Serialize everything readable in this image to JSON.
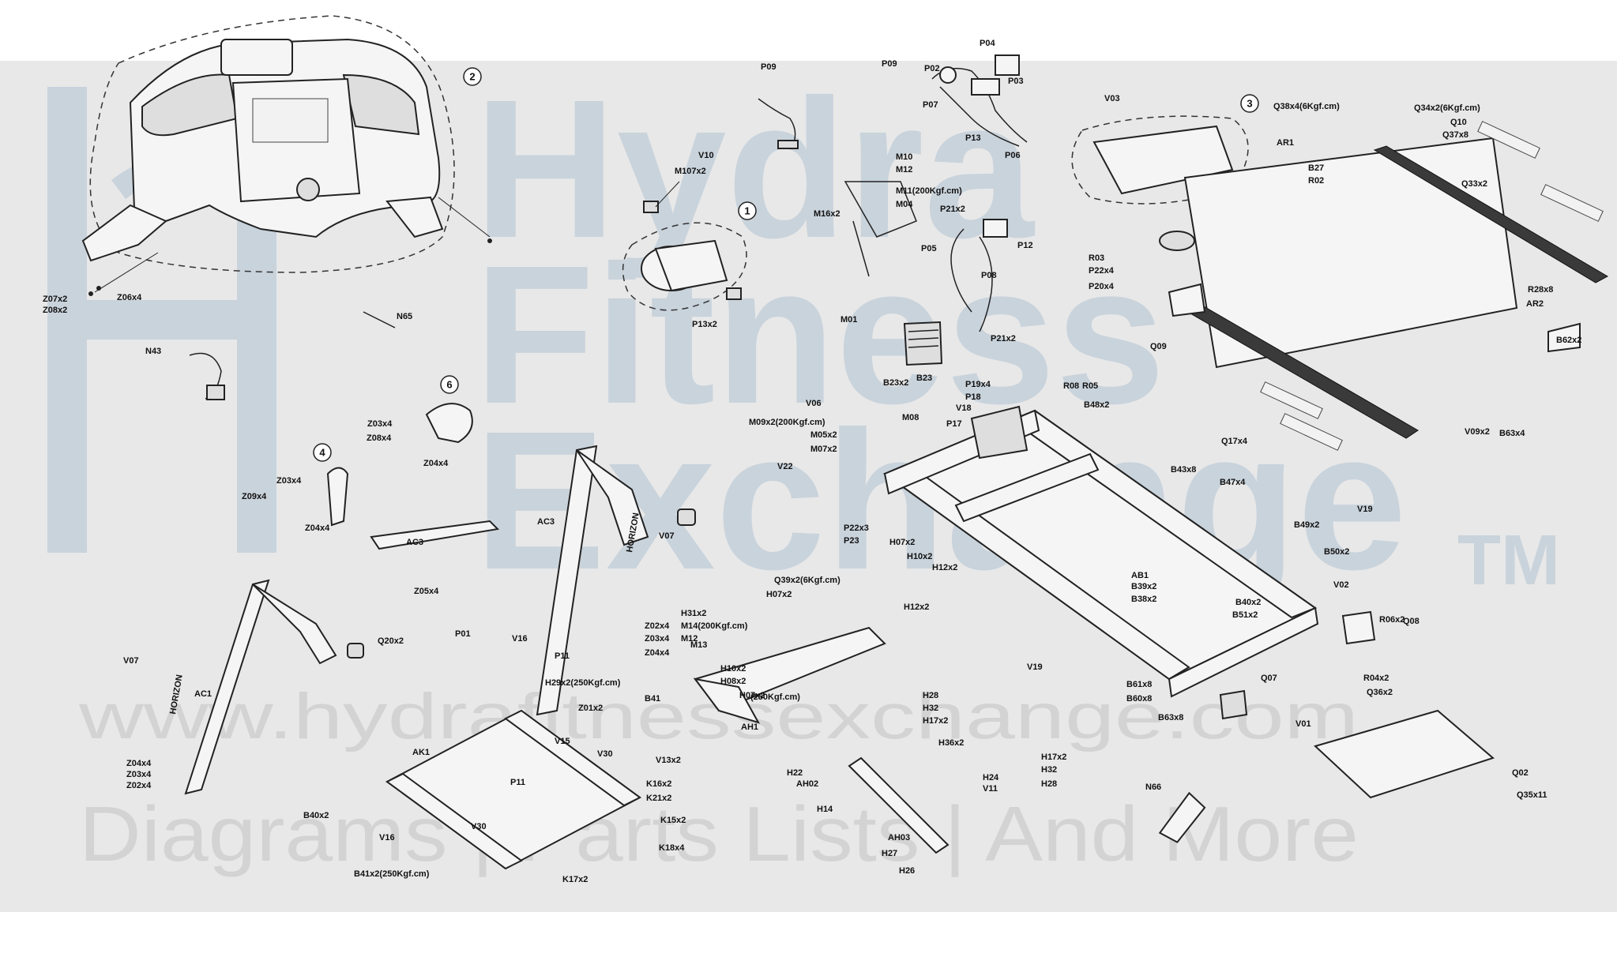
{
  "watermark": {
    "brand_lines": [
      "Hydra",
      "Fitness",
      "Exchange"
    ],
    "trademark": "TM",
    "url": "www.hydrafitnessexchange.com",
    "tagline": "Diagrams | Parts Lists | And More"
  },
  "console_brand": "HORIZON",
  "assembly_numbers": [
    "1",
    "2",
    "3",
    "4",
    "6"
  ],
  "labels": [
    "P09",
    "P04",
    "P09",
    "P02",
    "P03",
    "P07",
    "P13",
    "P06",
    "V10",
    "M107x2",
    "M10",
    "M12",
    "M11(200Kgf.cm)",
    "M04",
    "M16x2",
    "P21x2",
    "P12",
    "P05",
    "P08",
    "P13x2",
    "M01",
    "P21x2",
    "Z07x2",
    "Z08x2",
    "Z06x4",
    "N65",
    "N43",
    "Z03x4",
    "Z08x4",
    "Z04x4",
    "Z03x4",
    "Z09x4",
    "Z04x4",
    "AC3",
    "Z05x4",
    "AC3",
    "V07",
    "P01",
    "V16",
    "P11",
    "Z02x4",
    "Z03x4",
    "Z04x4",
    "Q20x2",
    "V07",
    "AC1",
    "Z04x4",
    "Z03x4",
    "Z02x4",
    "H29x2(250Kgf.cm)",
    "Z01x2",
    "B41",
    "V15",
    "V30",
    "V13x2",
    "P11",
    "AK1",
    "B40x2",
    "V16",
    "V30",
    "B41x2(250Kgf.cm)",
    "K16x2",
    "K21x2",
    "K15x2",
    "K18x4",
    "K17x2",
    "V03",
    "Q38x4(6Kgf.cm)",
    "Q34x2(6Kgf.cm)",
    "Q10",
    "Q37x8",
    "AR1",
    "B27",
    "R02",
    "Q33x2",
    "R03",
    "P22x4",
    "P20x4",
    "R28x8",
    "AR2",
    "Q09",
    "B62x2",
    "Q17x4",
    "V09x2",
    "B63x4",
    "V06",
    "M09x2(200Kgf.cm)",
    "M05x2",
    "M07x2",
    "M08",
    "B23x2",
    "B23",
    "P19x4",
    "P18",
    "V18",
    "P17",
    "R08",
    "R05",
    "B48x2",
    "V22",
    "B43x8",
    "B47x4",
    "V19",
    "B49x2",
    "P22x3",
    "P23",
    "H07x2",
    "H10x2",
    "H12x2",
    "AB1",
    "B39x2",
    "B38x2",
    "B40x2",
    "B51x2",
    "B50x2",
    "V02",
    "Q08",
    "R06x2",
    "R04x2",
    "Q36x2",
    "Q39x2(6Kgf.cm)",
    "H07x2",
    "H12x2",
    "H31x2",
    "M14(200Kgf.cm)",
    "M12",
    "M13",
    "H10x2",
    "H08x2",
    "(250Kgf.cm)",
    "H07x2",
    "AH1",
    "V19",
    "B61x8",
    "B60x8",
    "B63x8",
    "Q07",
    "V01",
    "Q02",
    "Q35x11",
    "H28",
    "H32",
    "H17x2",
    "H36x2",
    "H22",
    "AH02",
    "H14",
    "H24",
    "V11",
    "H17x2",
    "H32",
    "H28",
    "AH03",
    "H27",
    "H26",
    "N66"
  ]
}
